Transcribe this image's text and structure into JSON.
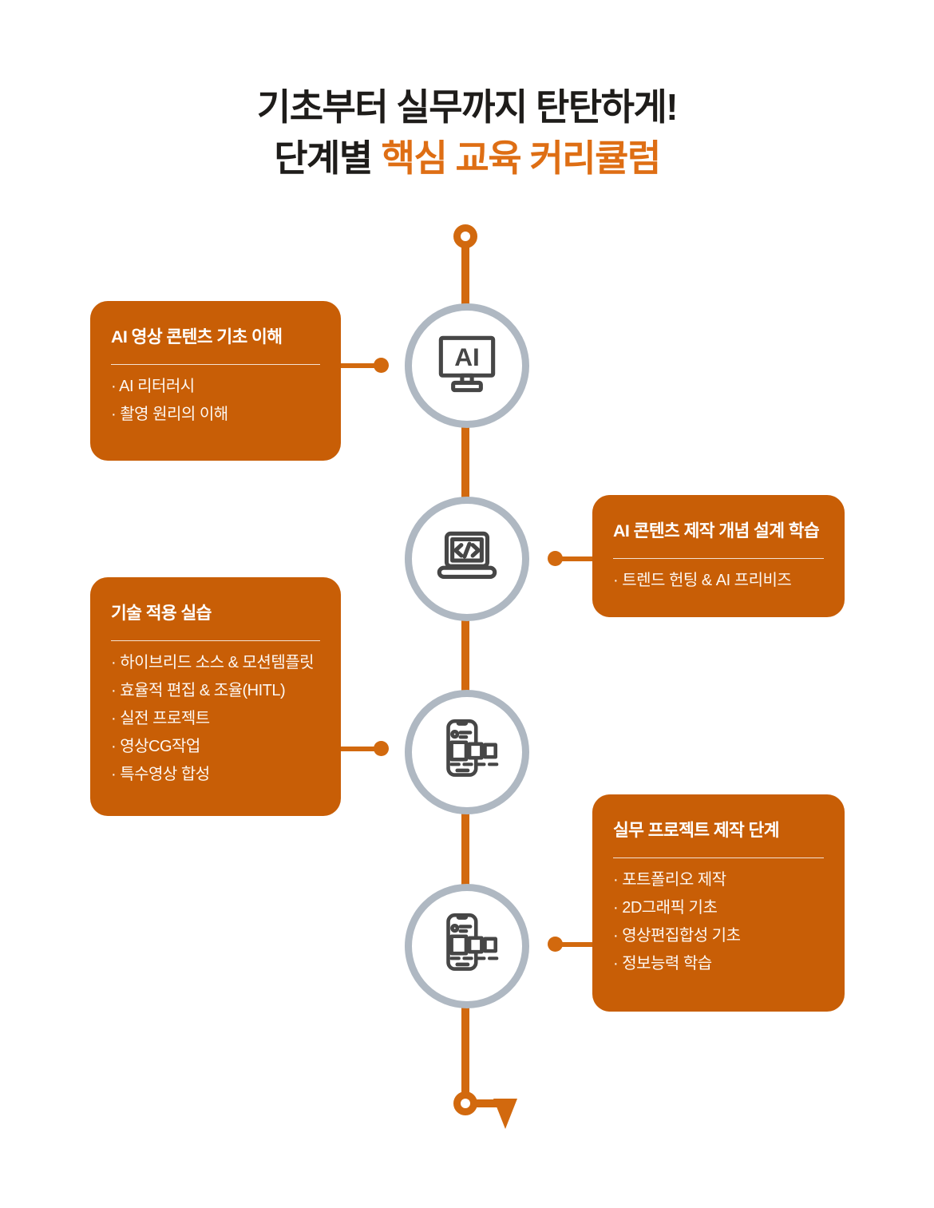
{
  "colors": {
    "accent_orange": "#DE6E14",
    "box_orange": "#C85E06",
    "line_orange": "#D2690E",
    "circle_ring_gray": "#AFB8C2",
    "icon_stroke": "#464646",
    "title_black": "#1E1C1A",
    "background": "#FFFFFF",
    "card_text": "#FFFFFF"
  },
  "title": {
    "line1": "기초부터 실무까지 탄탄하게!",
    "line2_black": "단계별",
    "line2_accent": "핵심 교육 커리큘럼"
  },
  "stages": [
    {
      "side": "left",
      "icon": "ai-monitor",
      "title": "AI 영상 콘텐츠 기초 이해",
      "items": [
        "· AI 리터러시",
        "· 촬영 원리의 이해"
      ]
    },
    {
      "side": "right",
      "icon": "laptop-code",
      "title": "AI 콘텐츠 제작 개념 설계 학습",
      "items": [
        "· 트렌드 헌팅 & AI 프리비즈"
      ]
    },
    {
      "side": "left",
      "icon": "phone-cards",
      "title": "기술 적용 실습",
      "items": [
        "· 하이브리드 소스 & 모션템플릿",
        "· 효율적 편집 & 조율(HITL)",
        "· 실전 프로젝트",
        "· 영상CG작업",
        "· 특수영상 합성"
      ]
    },
    {
      "side": "right",
      "icon": "phone-cards",
      "title": "실무 프로젝트 제작 단계",
      "items": [
        "· 포트폴리오 제작",
        "· 2D그래픽 기초",
        "· 영상편집합성 기초",
        "· 정보능력 학습"
      ]
    }
  ]
}
